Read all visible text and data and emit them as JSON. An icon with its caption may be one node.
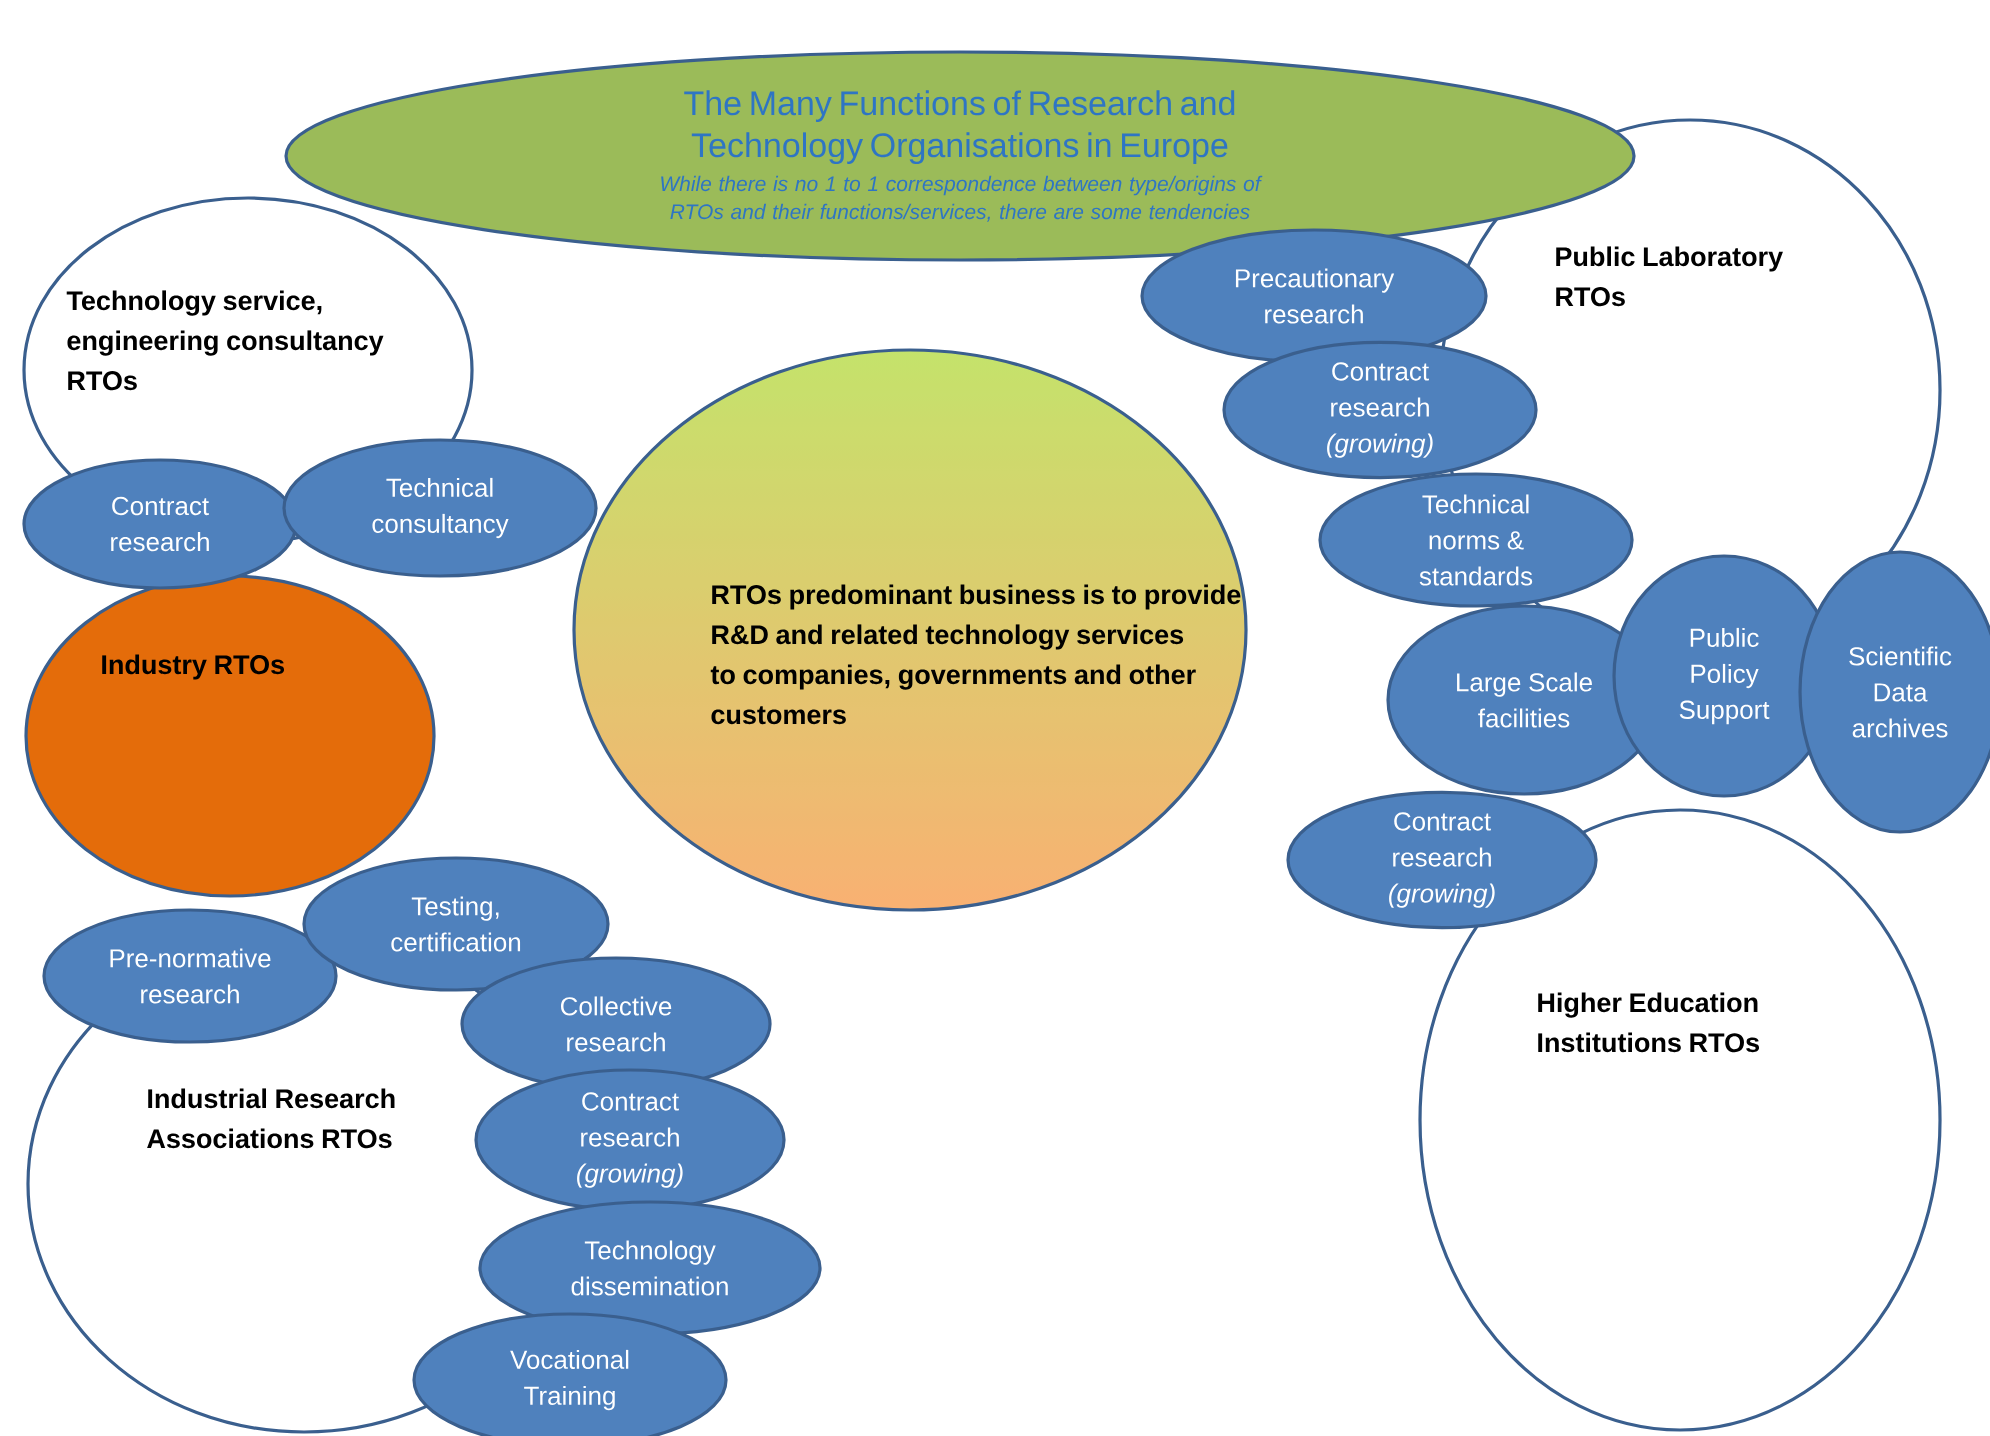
{
  "diagram": {
    "nodes": [
      {
        "text": [
          "The Many Functions of Research and Technology Organisations in Europe",
          "While there is no 1 to 1 correspondence between type/origins of RTOs and their functions/services, there are some tendencies"
        ]
      },
      {
        "text": [
          "Technology service, engineering consultancy RTOs"
        ]
      },
      {
        "text": [
          "Contract research"
        ]
      },
      {
        "text": [
          "Technical consultancy"
        ]
      },
      {
        "text": [
          "Industry RTOs"
        ]
      },
      {
        "text": [
          "Pre-normative research"
        ]
      },
      {
        "text": [
          "Testing, certification"
        ]
      },
      {
        "text": [
          "Industrial Research Associations RTOs"
        ]
      },
      {
        "text": [
          "Collective research"
        ]
      },
      {
        "text": [
          "Contract research *(growing)*"
        ]
      },
      {
        "text": [
          "Technology dissemination"
        ]
      },
      {
        "text": [
          "Vocational Training"
        ]
      },
      {
        "text": [
          "RTOs predominant business is to provide R&D and related technology services to companies, governments and other customers"
        ]
      },
      {
        "text": [
          "Public Laboratory RTOs"
        ]
      },
      {
        "text": [
          "Precautionary research"
        ]
      },
      {
        "text": [
          "Contract research *(growing)*"
        ]
      },
      {
        "text": [
          "Technical norms & standards"
        ]
      },
      {
        "text": [
          "Higher Education Institutions RTOs"
        ]
      },
      {
        "text": [
          "Large Scale facilities"
        ]
      },
      {
        "text": [
          "Public Policy Support"
        ]
      },
      {
        "text": [
          "Scientific Data archives"
        ]
      },
      {
        "text": [
          "Contract research *(growing)*"
        ]
      }
    ]
  }
}
